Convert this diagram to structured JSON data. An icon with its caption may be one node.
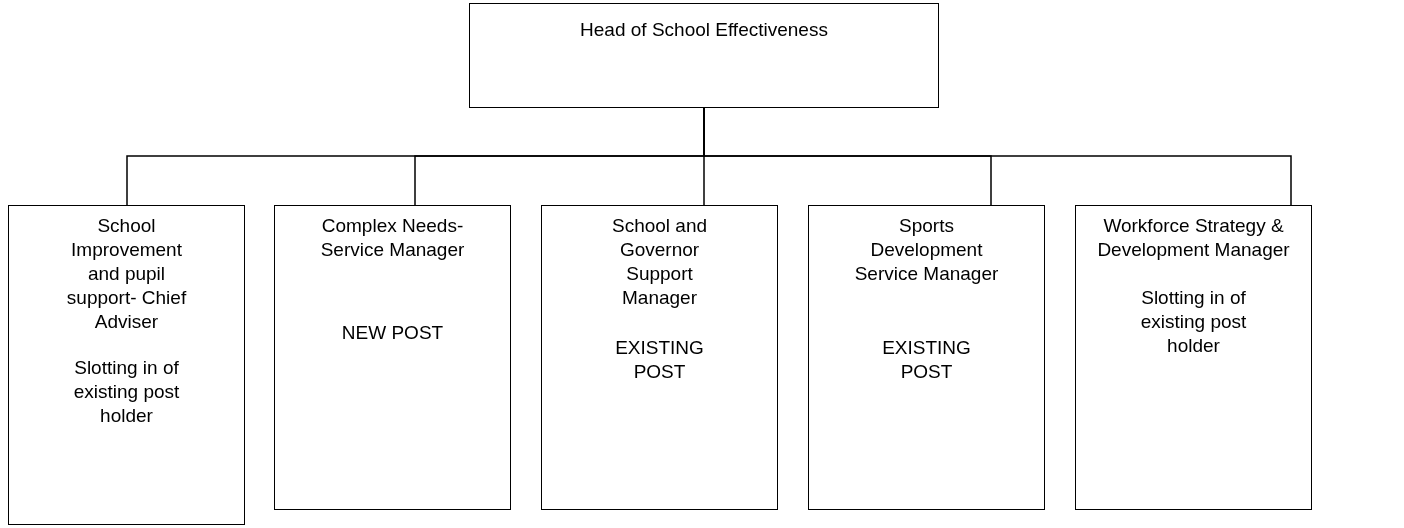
{
  "diagram": {
    "nodes": [
      {
        "text": [
          "Head of School Effectiveness"
        ]
      },
      {
        "text": [
          "School Improvement and pupil support- Chief Adviser",
          "Slotting in of existing post holder"
        ]
      },
      {
        "text": [
          "Complex Needs- Service Manager",
          "NEW POST"
        ]
      },
      {
        "text": [
          "School and Governor Support Manager",
          "EXISTING POST"
        ]
      },
      {
        "text": [
          "Sports Development Service Manager",
          "EXISTING POST"
        ]
      },
      {
        "text": [
          "Workforce Strategy & Development Manager",
          "Slotting in of existing post holder"
        ]
      }
    ],
    "edges": [
      {
        "from": 0,
        "to": 1,
        "arrow": "none"
      },
      {
        "from": 0,
        "to": 2,
        "arrow": "none"
      },
      {
        "from": 0,
        "to": 3,
        "arrow": "none"
      },
      {
        "from": 0,
        "to": 4,
        "arrow": "none"
      },
      {
        "from": 0,
        "to": 5,
        "arrow": "none"
      }
    ]
  }
}
